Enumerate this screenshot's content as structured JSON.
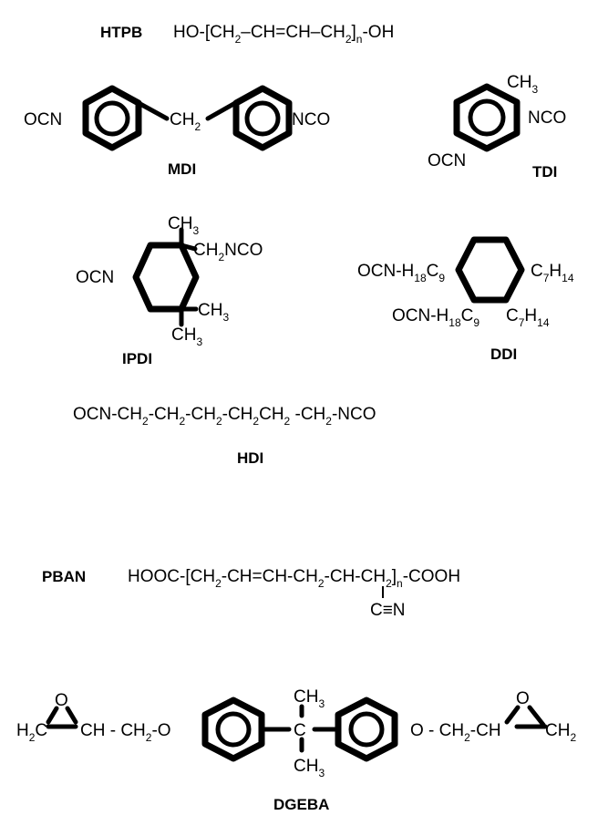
{
  "htpb": {
    "name": "HTPB",
    "formula": [
      "HO-[CH",
      "2",
      "–CH=CH–CH",
      "2",
      "]",
      "n",
      "-OH"
    ]
  },
  "mdi": {
    "name": "MDI",
    "left_group": "OCN",
    "bridge": [
      "CH",
      "2"
    ],
    "right_group": "NCO"
  },
  "tdi": {
    "name": "TDI",
    "methyl": [
      "CH",
      "3"
    ],
    "nco_right": "NCO",
    "nco_left": "OCN"
  },
  "ipdi": {
    "name": "IPDI",
    "ocn": "OCN",
    "ch3_top": [
      "CH",
      "3"
    ],
    "ch2nco": [
      "CH",
      "2",
      "NCO"
    ],
    "ch3_right": [
      "CH",
      "3"
    ],
    "ch3_bottom": [
      "CH",
      "3"
    ]
  },
  "ddi": {
    "name": "DDI",
    "upper_left": [
      "OCN-H",
      "18",
      "C",
      "9"
    ],
    "upper_right": [
      "C",
      "7",
      "H",
      "14"
    ],
    "lower_left": [
      "OCN-H",
      "18",
      "C",
      "9"
    ],
    "lower_right": [
      "C",
      "7",
      "H",
      "14"
    ]
  },
  "hdi": {
    "name": "HDI",
    "formula": [
      "OCN-CH",
      "2",
      "-CH",
      "2",
      "-CH",
      "2",
      "-CH",
      "2",
      "CH",
      "2",
      " -CH",
      "2",
      "-NCO"
    ]
  },
  "pban": {
    "name": "PBAN",
    "formula": [
      "HOOC-[CH",
      "2",
      "-CH=CH-CH",
      "2",
      "-CH-CH",
      "2",
      "]",
      "n",
      "-COOH"
    ],
    "nitrile": "C≡N"
  },
  "dgeba": {
    "name": "DGEBA",
    "epoxide_o_left": "O",
    "h2c": [
      "H",
      "2",
      "C"
    ],
    "ch_left": "CH - CH",
    "ch_left_sub": "2",
    "ether_o_left": "O",
    "c_center": "C",
    "ch3_top": [
      "CH",
      "3"
    ],
    "ch3_bottom": [
      "CH",
      "3"
    ],
    "ether_right": "O - CH",
    "ether_right_sub": "2",
    "ch_right": "-CH",
    "ch2_right": [
      "CH",
      "2"
    ],
    "epoxide_o_right": "O"
  }
}
